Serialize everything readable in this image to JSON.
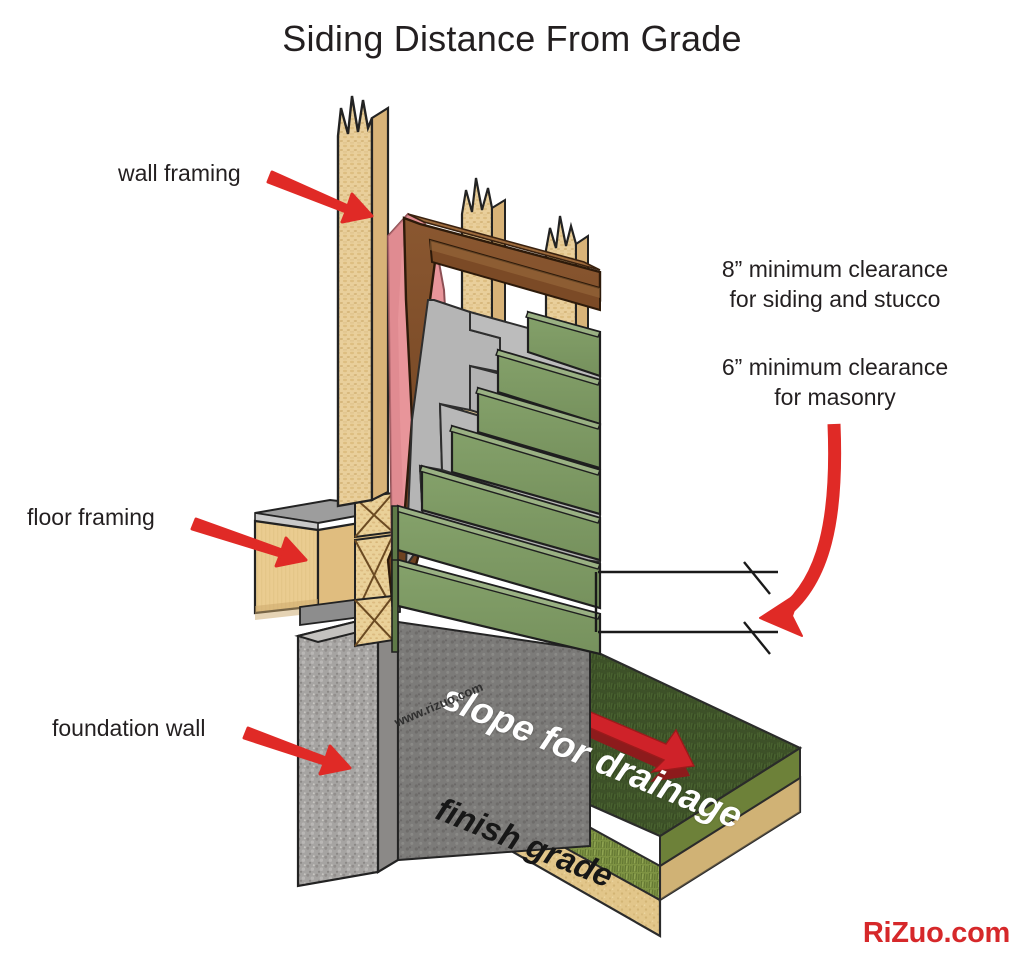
{
  "figure": {
    "title": "Siding Distance From Grade",
    "type": "construction-detail-illustration",
    "background_color": "#ffffff",
    "title_color": "#231f20"
  },
  "callouts": {
    "left": [
      {
        "id": "wall-framing",
        "label": "wall framing",
        "arrow": "straight",
        "arrow_color": "#e02a26",
        "points_to": "vertical wood stud at top of wall"
      },
      {
        "id": "floor-framing",
        "label": "floor framing",
        "arrow": "straight",
        "arrow_color": "#e02a26",
        "points_to": "wood floor joist / rim board"
      },
      {
        "id": "foundation-wall",
        "label": "foundation wall",
        "arrow": "straight",
        "arrow_color": "#e02a26",
        "points_to": "concrete foundation wall"
      }
    ],
    "right": [
      {
        "id": "clearance-siding",
        "line1": "8” minimum clearance",
        "line2": "for siding and stucco",
        "arrow": "none"
      },
      {
        "id": "clearance-masonry",
        "line1": "6” minimum clearance",
        "line2": "for masonry",
        "arrow": "curved",
        "arrow_color": "#e02a26",
        "points_to": "dimension band between siding bottom and grade"
      }
    ]
  },
  "in_figure_text": {
    "slope": "slope for drainage",
    "grade": "finish grade",
    "watermark": "www.rizuo.com"
  },
  "dimension": {
    "style": "architectural tick (slash) terminators",
    "line_color": "#1a1a1a",
    "description": "Two horizontal extension lines spanning from the siding face to the right, bracketing the required clearance"
  },
  "materials": [
    {
      "name": "wood stud",
      "color": "#e7c88d",
      "note": "OSB / splintered cut ends at top"
    },
    {
      "name": "cavity insulation",
      "color": "#e8959a"
    },
    {
      "name": "wall sheathing",
      "color": "#7b4a26"
    },
    {
      "name": "house wrap",
      "color": "#b5b5b5"
    },
    {
      "name": "lap siding",
      "color": "#7d9b63"
    },
    {
      "name": "floor joist",
      "color": "#e7cb91"
    },
    {
      "name": "subfloor edge",
      "color": "#9a9a9a"
    },
    {
      "name": "concrete foundation",
      "color": "#a3a3a3"
    },
    {
      "name": "grass top",
      "color": "#3c5129"
    },
    {
      "name": "grass edge",
      "color": "#7d9242"
    },
    {
      "name": "soil / fill",
      "color": "#e0c488"
    },
    {
      "name": "drainage arrow",
      "color": "#cf2229"
    }
  ],
  "brand": {
    "text": "RiZuo.com",
    "color": "#d6282a"
  }
}
